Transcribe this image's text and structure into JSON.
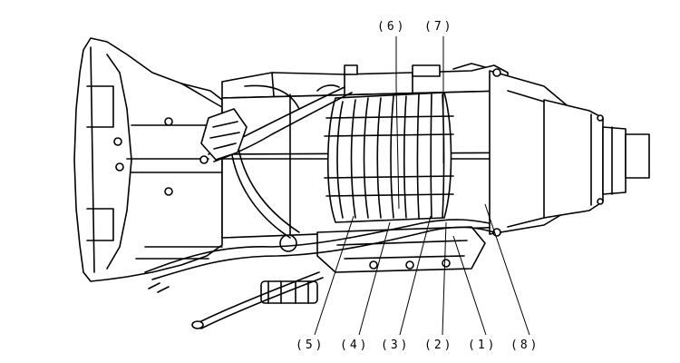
{
  "callouts": [
    {
      "label": "(1)"
    },
    {
      "label": "(2)"
    },
    {
      "label": "(3)"
    },
    {
      "label": "(4)"
    },
    {
      "label": "(5)"
    },
    {
      "label": "(6)"
    },
    {
      "label": "(7)"
    },
    {
      "label": "(8)"
    }
  ]
}
